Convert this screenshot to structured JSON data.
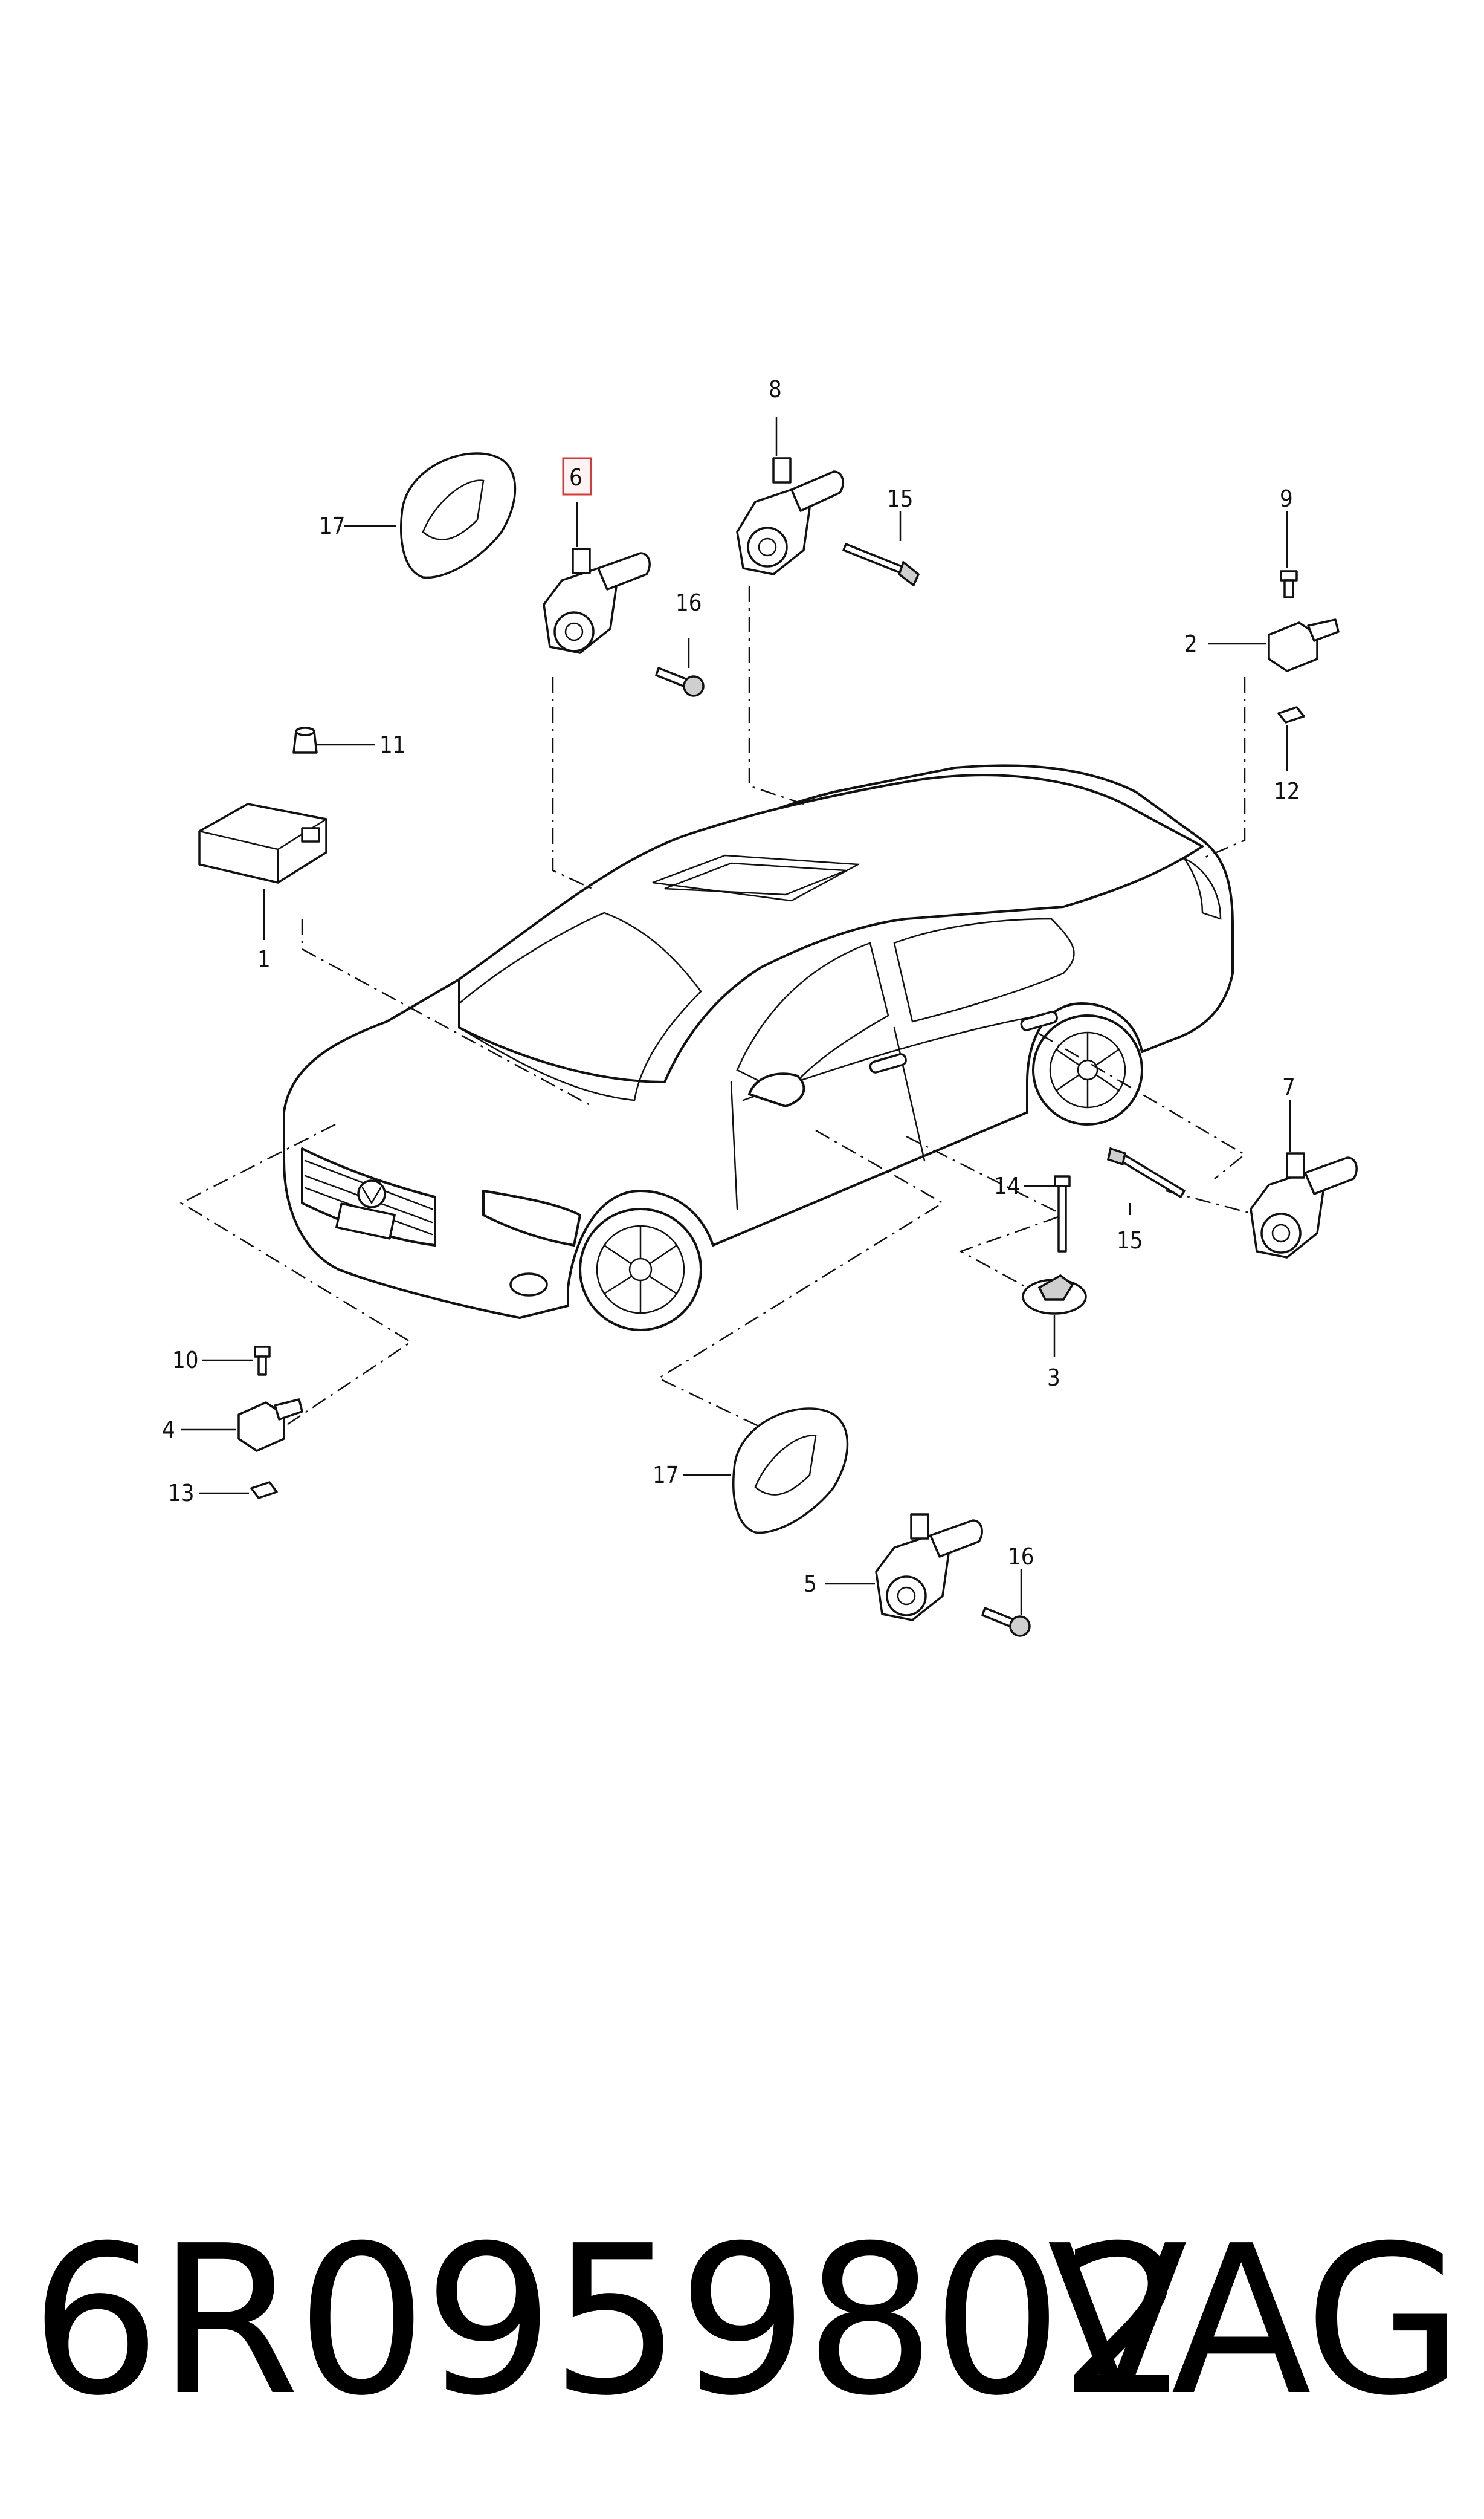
{
  "diagram": {
    "callouts": [
      {
        "id": "c1",
        "label": "1"
      },
      {
        "id": "c2",
        "label": "2"
      },
      {
        "id": "c3",
        "label": "3"
      },
      {
        "id": "c4",
        "label": "4"
      },
      {
        "id": "c5",
        "label": "5"
      },
      {
        "id": "c6",
        "label": "6",
        "highlighted": true
      },
      {
        "id": "c7",
        "label": "7"
      },
      {
        "id": "c8",
        "label": "8"
      },
      {
        "id": "c9",
        "label": "9"
      },
      {
        "id": "c10",
        "label": "10"
      },
      {
        "id": "c11",
        "label": "11"
      },
      {
        "id": "c12",
        "label": "12"
      },
      {
        "id": "c13",
        "label": "13"
      },
      {
        "id": "c14",
        "label": "14"
      },
      {
        "id": "c15a",
        "label": "15"
      },
      {
        "id": "c15b",
        "label": "15"
      },
      {
        "id": "c16a",
        "label": "16"
      },
      {
        "id": "c16b",
        "label": "16"
      },
      {
        "id": "c17a",
        "label": "17"
      },
      {
        "id": "c17b",
        "label": "17"
      }
    ],
    "highlight_color": "#d23b3b"
  },
  "footer": {
    "part_number": "6R0959802",
    "brand": "VAG"
  }
}
